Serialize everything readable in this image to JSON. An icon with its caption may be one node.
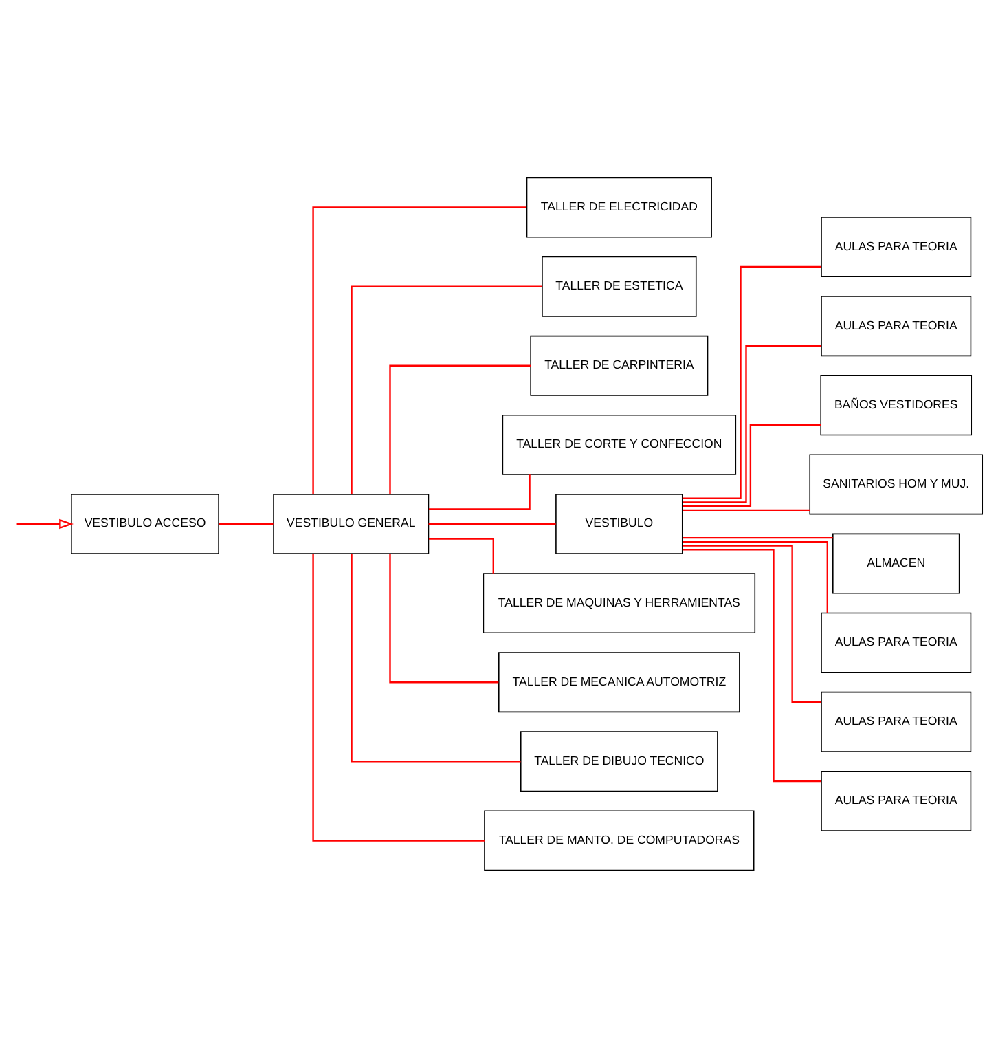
{
  "diagram": {
    "nodes": [
      {
        "text": [
          "TALLER DE ELECTRICIDAD"
        ]
      },
      {
        "text": [
          "TALLER DE ESTETICA"
        ]
      },
      {
        "text": [
          "TALLER DE CARPINTERIA"
        ]
      },
      {
        "text": [
          "TALLER DE CORTE Y CONFECCION"
        ]
      },
      {
        "text": [
          "VESTIBULO ACCESO"
        ]
      },
      {
        "text": [
          "VESTIBULO GENERAL"
        ]
      },
      {
        "text": [
          "VESTIBULO"
        ]
      },
      {
        "text": [
          "TALLER DE MAQUINAS Y HERRAMIENTAS"
        ]
      },
      {
        "text": [
          "TALLER DE MECANICA AUTOMOTRIZ"
        ]
      },
      {
        "text": [
          "TALLER DE DIBUJO TECNICO"
        ]
      },
      {
        "text": [
          "TALLER DE MANTO. DE COMPUTADORAS"
        ]
      },
      {
        "text": [
          "AULAS PARA TEORIA"
        ]
      },
      {
        "text": [
          "AULAS PARA TEORIA"
        ]
      },
      {
        "text": [
          "BAÑOS VESTIDORES"
        ]
      },
      {
        "text": [
          "SANITARIOS HOM Y MUJ."
        ]
      },
      {
        "text": [
          "ALMACEN"
        ]
      },
      {
        "text": [
          "AULAS PARA TEORIA"
        ]
      },
      {
        "text": [
          "AULAS PARA TEORIA"
        ]
      },
      {
        "text": [
          "AULAS PARA TEORIA"
        ]
      }
    ],
    "edges": [
      {
        "from": null,
        "to": 4,
        "arrow": "to"
      },
      {
        "from": 5,
        "to": 0,
        "arrow": "none"
      },
      {
        "from": 5,
        "to": 1,
        "arrow": "none"
      },
      {
        "from": 5,
        "to": 2,
        "arrow": "none"
      },
      {
        "from": 5,
        "to": 3,
        "arrow": "none"
      },
      {
        "from": 4,
        "to": 5,
        "arrow": "none"
      },
      {
        "from": 5,
        "to": 6,
        "arrow": "none"
      },
      {
        "from": 5,
        "to": 7,
        "arrow": "none"
      },
      {
        "from": 5,
        "to": 8,
        "arrow": "none"
      },
      {
        "from": 5,
        "to": 9,
        "arrow": "none"
      },
      {
        "from": 5,
        "to": 10,
        "arrow": "none"
      },
      {
        "from": 6,
        "to": 11,
        "arrow": "none"
      },
      {
        "from": 6,
        "to": 12,
        "arrow": "none"
      },
      {
        "from": 6,
        "to": 13,
        "arrow": "none"
      },
      {
        "from": 6,
        "to": 14,
        "arrow": "none"
      },
      {
        "from": 6,
        "to": 15,
        "arrow": "none"
      },
      {
        "from": 6,
        "to": 16,
        "arrow": "none"
      },
      {
        "from": 6,
        "to": 17,
        "arrow": "none"
      },
      {
        "from": 6,
        "to": 18,
        "arrow": "none"
      }
    ]
  }
}
